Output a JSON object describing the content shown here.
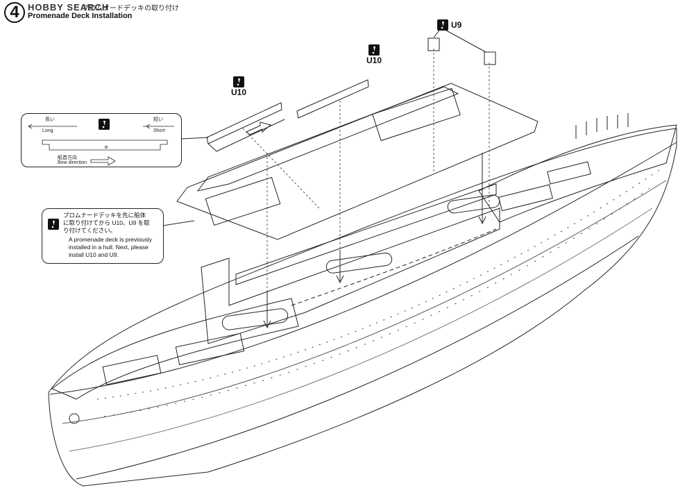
{
  "header": {
    "step_number": "4",
    "brand": "HOBBY SEARCH",
    "title_jp": "プロムナードデッキの取り付け",
    "title_en": "Promenade Deck Installation"
  },
  "parts": {
    "u9": "U9",
    "u10_center": "U10",
    "u10_left": "U10"
  },
  "callout_top": {
    "long_jp": "長い",
    "long_en": "Long",
    "short_jp": "短い",
    "short_en": "Short",
    "bow_jp": "船首方向",
    "bow_en": "Bow direction"
  },
  "callout_bottom": {
    "text_jp_1": "プロムナードデッキを先に船体",
    "text_jp_2": "に取り付けてから U10、U9 を取",
    "text_jp_3": "り付けてください。",
    "text_en_1": "A promenade deck is previously",
    "text_en_2": "installed in a hull. Next, please",
    "text_en_3": "install U10 and U9."
  },
  "icons": [
    "caution-icon",
    "arrow-icon"
  ]
}
